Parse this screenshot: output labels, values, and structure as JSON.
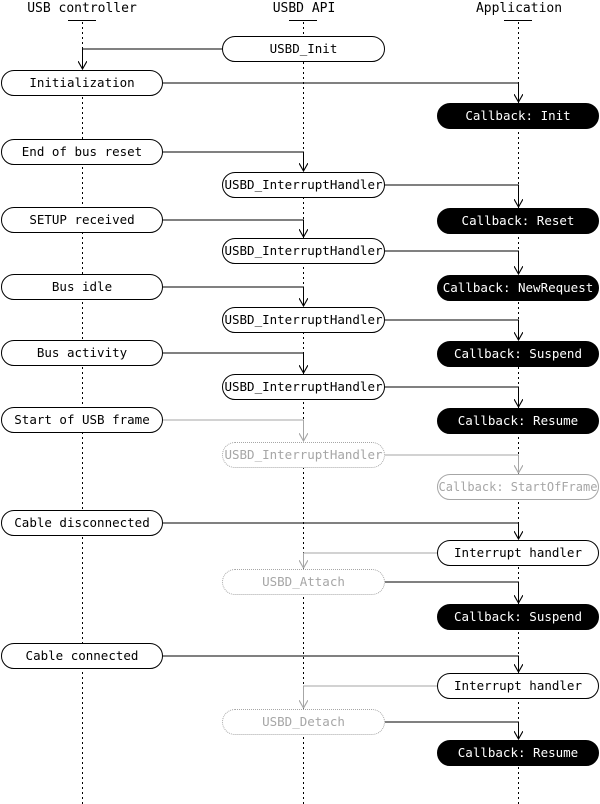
{
  "diagram": {
    "columns": [
      {
        "label": "USB controller"
      },
      {
        "label": "USBD API"
      },
      {
        "label": "Application"
      }
    ],
    "nodes": {
      "usbd_init": "USBD_Init",
      "initialization": "Initialization",
      "callback_init": "Callback: Init",
      "end_of_bus_reset": "End of bus reset",
      "usbd_interrupthandler_1": "USBD_InterruptHandler",
      "callback_reset": "Callback: Reset",
      "setup_received": "SETUP received",
      "usbd_interrupthandler_2": "USBD_InterruptHandler",
      "callback_newrequest": "Callback: NewRequest",
      "bus_idle": "Bus idle",
      "usbd_interrupthandler_3": "USBD_InterruptHandler",
      "callback_suspend_1": "Callback: Suspend",
      "bus_activity": "Bus activity",
      "usbd_interrupthandler_4": "USBD_InterruptHandler",
      "callback_resume_1": "Callback: Resume",
      "start_of_usb_frame": "Start of USB frame",
      "usbd_interrupthandler_5": "USBD_InterruptHandler",
      "callback_startofframe": "Callback: StartOfFrame",
      "cable_disconnected": "Cable disconnected",
      "interrupt_handler_1": "Interrupt handler",
      "usbd_attach": "USBD_Attach",
      "callback_suspend_2": "Callback: Suspend",
      "cable_connected": "Cable connected",
      "interrupt_handler_2": "Interrupt handler",
      "usbd_detach": "USBD_Detach",
      "callback_resume_2": "Callback: Resume"
    },
    "colors": {
      "line": "#000000",
      "dim": "#a6a6a6",
      "callback_bg": "#000000",
      "callback_text": "#ffffff"
    }
  }
}
